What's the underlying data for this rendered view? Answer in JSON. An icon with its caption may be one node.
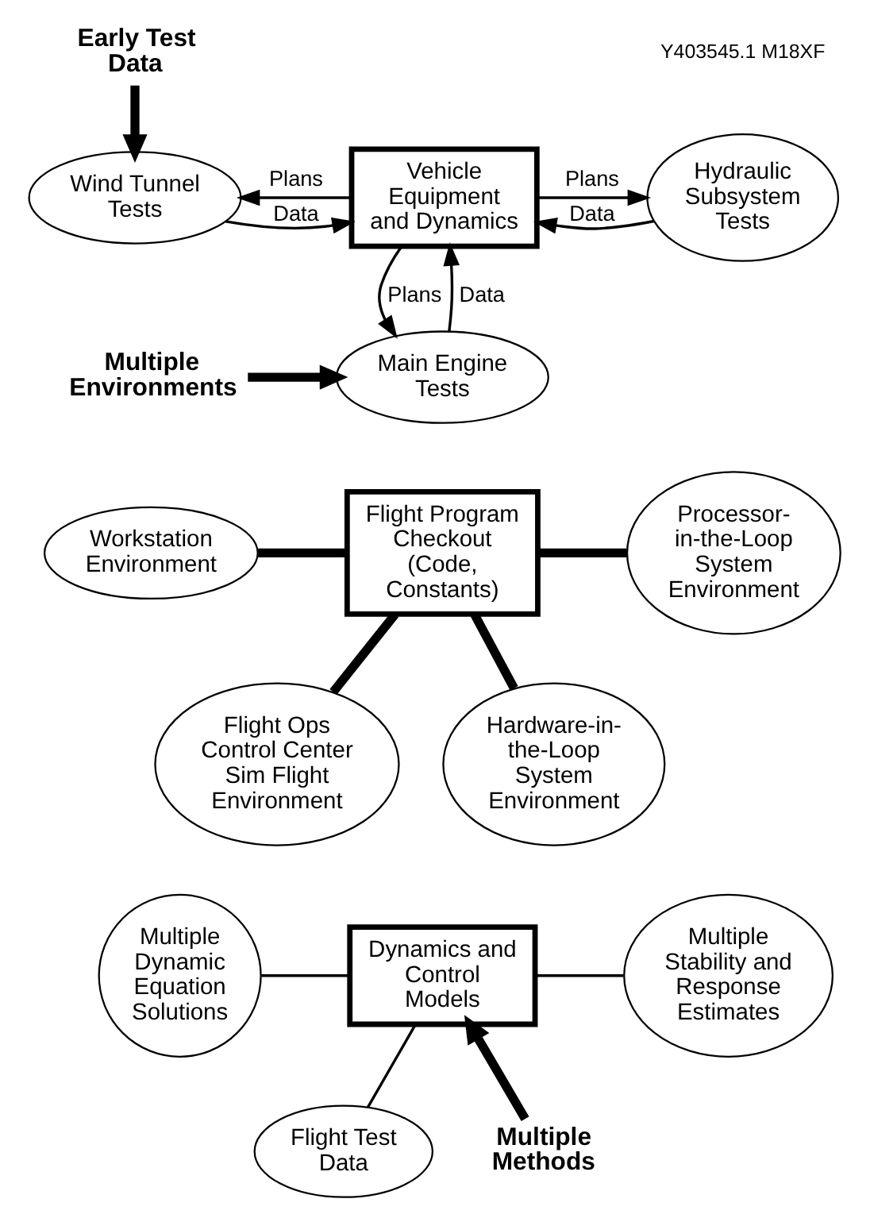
{
  "diagram": {
    "nodes": [
      {
        "text": [
          "Vehicle Equipment and Dynamics"
        ]
      },
      {
        "text": [
          "Wind Tunnel Tests"
        ]
      },
      {
        "text": [
          "Hydraulic Subsystem Tests"
        ]
      },
      {
        "text": [
          "Main Engine Tests"
        ]
      },
      {
        "text": [
          "Early Test Data"
        ]
      },
      {
        "text": [
          "Multiple Environments"
        ]
      },
      {
        "text": [
          "Workstation Environment"
        ]
      },
      {
        "text": [
          "Flight Program Checkout (Code, Constants)"
        ]
      },
      {
        "text": [
          "Processor-in-the-Loop System Environment"
        ]
      },
      {
        "text": [
          "Flight Ops Control Center Sim Flight Environment"
        ]
      },
      {
        "text": [
          "Hardware-in-the-Loop System Environment"
        ]
      },
      {
        "text": [
          "Multiple Dynamic Equation Solutions"
        ]
      },
      {
        "text": [
          "Dynamics and Control Models"
        ]
      },
      {
        "text": [
          "Multiple Stability and Response Estimates"
        ]
      },
      {
        "text": [
          "Flight Test Data"
        ]
      },
      {
        "text": [
          "Multiple Methods"
        ]
      }
    ],
    "edges": [
      {
        "from": 0,
        "to": 1,
        "arrow": "to",
        "label": "Plans"
      },
      {
        "from": 1,
        "to": 0,
        "arrow": "to",
        "label": "Data"
      },
      {
        "from": 0,
        "to": 2,
        "arrow": "to",
        "label": "Plans"
      },
      {
        "from": 2,
        "to": 0,
        "arrow": "to",
        "label": "Data"
      },
      {
        "from": 0,
        "to": 3,
        "arrow": "to",
        "label": "Plans"
      },
      {
        "from": 3,
        "to": 0,
        "arrow": "to",
        "label": "Data"
      },
      {
        "from": 4,
        "to": 1,
        "arrow": "to",
        "style": "thick"
      },
      {
        "from": 5,
        "to": 3,
        "arrow": "to",
        "style": "thick"
      },
      {
        "from": 6,
        "to": 7,
        "arrow": "none",
        "style": "thick"
      },
      {
        "from": 7,
        "to": 8,
        "arrow": "none",
        "style": "thick"
      },
      {
        "from": 7,
        "to": 9,
        "arrow": "none",
        "style": "thick"
      },
      {
        "from": 7,
        "to": 10,
        "arrow": "none",
        "style": "thick"
      },
      {
        "from": 11,
        "to": 12,
        "arrow": "none"
      },
      {
        "from": 12,
        "to": 13,
        "arrow": "none"
      },
      {
        "from": 12,
        "to": 14,
        "arrow": "none"
      },
      {
        "from": 15,
        "to": 12,
        "arrow": "to",
        "style": "thick"
      }
    ],
    "labels": [
      "Y403545.1 M18XF"
    ]
  }
}
